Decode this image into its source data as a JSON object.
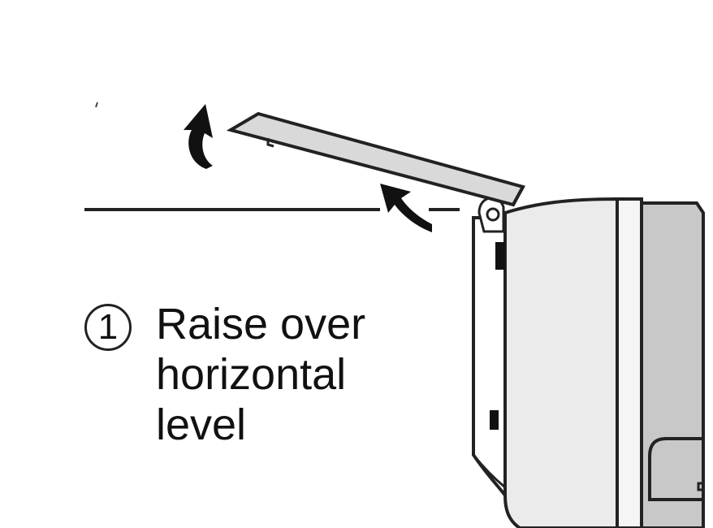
{
  "instruction": {
    "step_number": "1",
    "lines": [
      "Raise over",
      "horizontal",
      "level"
    ]
  },
  "colors": {
    "stroke": "#222222",
    "panel_fill": "#d9d9d9",
    "unit_fill": "#ebebeb",
    "side_fill": "#c8c8c8",
    "background": "#ffffff"
  },
  "icons": {
    "arrow_upper": "curved-up-arrow-icon",
    "arrow_lower": "curved-up-arrow-icon"
  }
}
